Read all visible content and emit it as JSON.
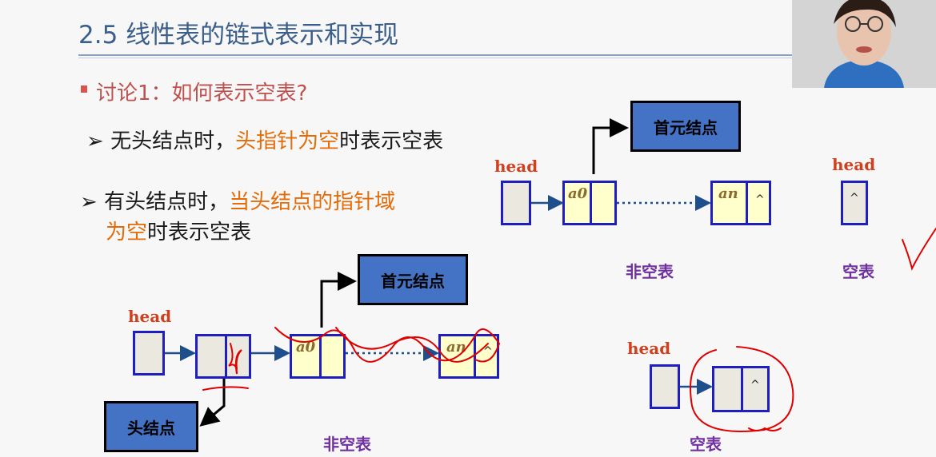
{
  "title": "2.5 线性表的链式表示和实现",
  "discussion": "讨论1：如何表示空表?",
  "case1": {
    "prefix": "无头结点时，",
    "highlight": "头指针为空",
    "suffix": "时表示空表"
  },
  "case2": {
    "prefix": "有头结点时，",
    "highlight1": "当头结点的指针域",
    "highlight2": "为空",
    "suffix": "时表示空表"
  },
  "arrow_bullet": "➢",
  "top_diagram": {
    "first_node_box": "首元结点",
    "head": "head",
    "a0": "a0",
    "an": "an",
    "null_mark": "^",
    "nonempty_label": "非空表",
    "empty_head": "head",
    "empty_null": "^",
    "empty_label": "空表"
  },
  "bottom_diagram": {
    "first_node_box": "首元结点",
    "head": "head",
    "head_node_box": "头结点",
    "a0": "a0",
    "an": "an",
    "null_mark": "^",
    "nonempty_label": "非空表",
    "empty_head": "head",
    "empty_null": "^",
    "empty_label": "空表"
  },
  "colors": {
    "title": "#3b5f8a",
    "highlight": "#e36c09",
    "node_box": "#4472c4",
    "cell_border": "#1f1fbf",
    "label": "#7030a0",
    "head": "#d0401e",
    "ink": "#e00000"
  }
}
